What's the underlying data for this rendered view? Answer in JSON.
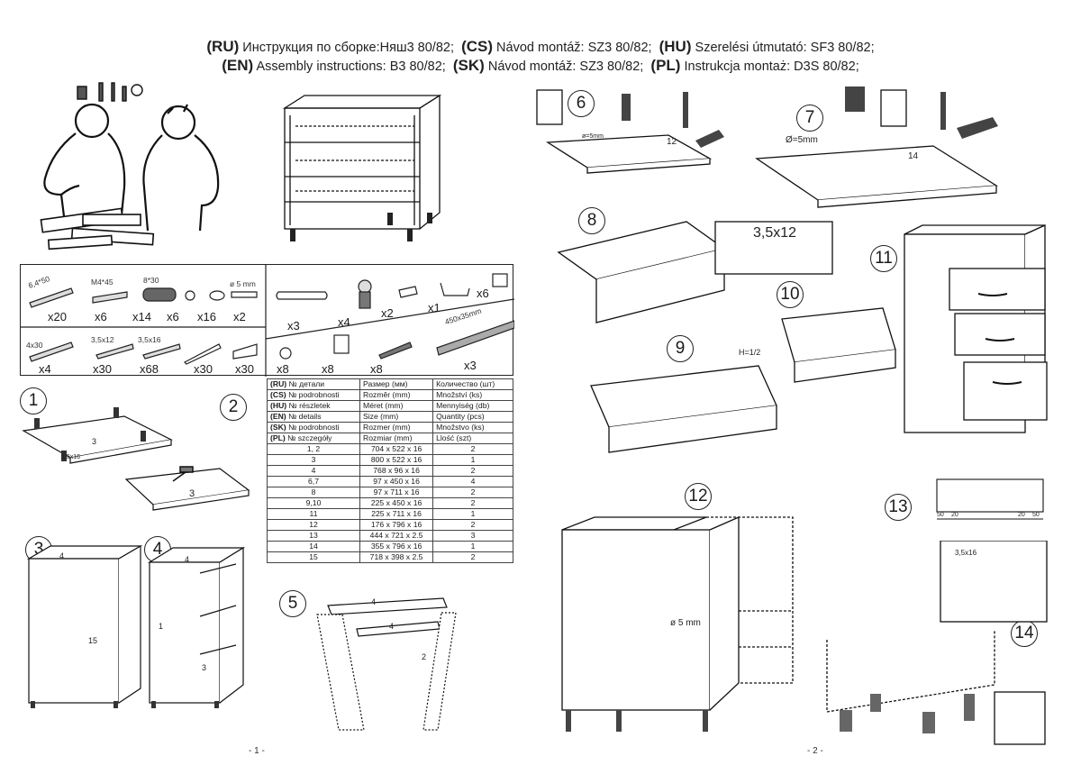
{
  "header": {
    "line1": [
      {
        "code": "(RU)",
        "text": "Инструкция по сборке:Няш3 80/82;"
      },
      {
        "code": "(CS)",
        "text": "Návod montáž: SZ3 80/82;"
      },
      {
        "code": "(HU)",
        "text": "Szerelési útmutató: SF3 80/82;"
      }
    ],
    "line2": [
      {
        "code": "(EN)",
        "text": "Assembly instructions: B3 80/82;"
      },
      {
        "code": "(SK)",
        "text": "Návod montáž: SZ3 80/82;"
      },
      {
        "code": "(PL)",
        "text": "Instrukcja montaż: D3S 80/82;"
      }
    ]
  },
  "hardware": {
    "row1": [
      {
        "spec": "6,4*50",
        "qty": "x20",
        "icon": "screw-icon"
      },
      {
        "spec": "M4*45",
        "qty": "x6",
        "icon": "bolt-icon"
      },
      {
        "spec": "8*30",
        "qty": "x14",
        "icon": "dowel-icon"
      },
      {
        "spec": "",
        "qty": "x6",
        "icon": "washer-icon"
      },
      {
        "spec": "",
        "qty": "x16",
        "icon": "cam-cap-icon"
      },
      {
        "spec": "ø 5 mm",
        "qty": "x2",
        "icon": "pin-icon"
      }
    ],
    "row1b": [
      {
        "spec": "",
        "qty": "x3",
        "icon": "handle-icon"
      },
      {
        "spec": "",
        "qty": "x4",
        "icon": "leg-icon"
      },
      {
        "spec": "",
        "qty": "x2",
        "icon": "clip-icon"
      },
      {
        "spec": "",
        "qty": "x1",
        "icon": "hook-icon"
      },
      {
        "spec": "",
        "qty": "x6",
        "icon": "plate-icon"
      }
    ],
    "row2": [
      {
        "spec": "4x30",
        "qty": "x4",
        "icon": "screw-icon"
      },
      {
        "spec": "3,5x12",
        "qty": "x30",
        "icon": "screw-icon"
      },
      {
        "spec": "3,5x16",
        "qty": "x68",
        "icon": "screw-icon"
      },
      {
        "spec": "",
        "qty": "x30",
        "icon": "nail-icon"
      },
      {
        "spec": "",
        "qty": "x30",
        "icon": "bracket-icon"
      }
    ],
    "row2b": [
      {
        "spec": "",
        "qty": "x8",
        "icon": "cam-icon"
      },
      {
        "spec": "",
        "qty": "x8",
        "icon": "connector-icon"
      },
      {
        "spec": "",
        "qty": "x8",
        "icon": "anchor-icon"
      },
      {
        "spec": "450x35mm",
        "qty": "x3",
        "icon": "runner-icon"
      }
    ]
  },
  "parts_table": {
    "header_rows": [
      {
        "code": "(RU)",
        "c1": "№ детали",
        "c2": "Размер  (мм)",
        "c3": "Количество (шт)"
      },
      {
        "code": "(CS)",
        "c1": "№ podrobnosti",
        "c2": "Rozměr (mm)",
        "c3": "Množství  (ks)"
      },
      {
        "code": "(HU)",
        "c1": "№ részletek",
        "c2": "Méret (mm)",
        "c3": "Mennyiség (db)"
      },
      {
        "code": "(EN)",
        "c1": "№ details",
        "c2": "Size (mm)",
        "c3": "Quantity  (pcs)"
      },
      {
        "code": "(SK)",
        "c1": "№ podrobnosti",
        "c2": "Rozmer (mm)",
        "c3": "Množstvo (ks)"
      },
      {
        "code": "(PL)",
        "c1": "№ szczegóły",
        "c2": "Rozmiar (mm)",
        "c3": "Llość (szt)"
      }
    ],
    "rows": [
      [
        "1, 2",
        "704 x 522 x 16",
        "2"
      ],
      [
        "3",
        "800 x 522 x 16",
        "1"
      ],
      [
        "4",
        "768 x 96 x 16",
        "2"
      ],
      [
        "6,7",
        "97 x 450 x 16",
        "4"
      ],
      [
        "8",
        "97 x 711 x 16",
        "2"
      ],
      [
        "9,10",
        "225 x 450 x 16",
        "2"
      ],
      [
        "11",
        "225 x 711 x 16",
        "1"
      ],
      [
        "12",
        "176 x 796 x 16",
        "2"
      ],
      [
        "13",
        "444 x 721 x 2.5",
        "3"
      ],
      [
        "14",
        "355 x 796 x 16",
        "1"
      ],
      [
        "15",
        "718 x 398 x 2.5",
        "2"
      ]
    ]
  },
  "steps": {
    "s1": "1",
    "s2": "2",
    "s3": "3",
    "s4": "4",
    "s5": "5",
    "s6": "6",
    "s7": "7",
    "s8": "8",
    "s9": "9",
    "s10": "10",
    "s11": "11",
    "s12": "12",
    "s13": "13",
    "s14": "14"
  },
  "labels": {
    "panel3": "3",
    "screw_3_5x16": "3,5x16",
    "part15": "15",
    "part1": "1",
    "part2": "2",
    "part4": "4",
    "part12": "12",
    "part14": "14",
    "drill_5mm": "ø=5mm",
    "drill_5mm_b": "Ø=5mm",
    "screw_3_5x12": "3,5x12",
    "h_half": "H=1/2",
    "dim50": "50",
    "dim20": "20",
    "dim5mm": "ø 5 mm",
    "screw_3_5x16b": "3,5x16"
  },
  "footer": {
    "page1": "- 1 -",
    "page2": "- 2 -"
  }
}
